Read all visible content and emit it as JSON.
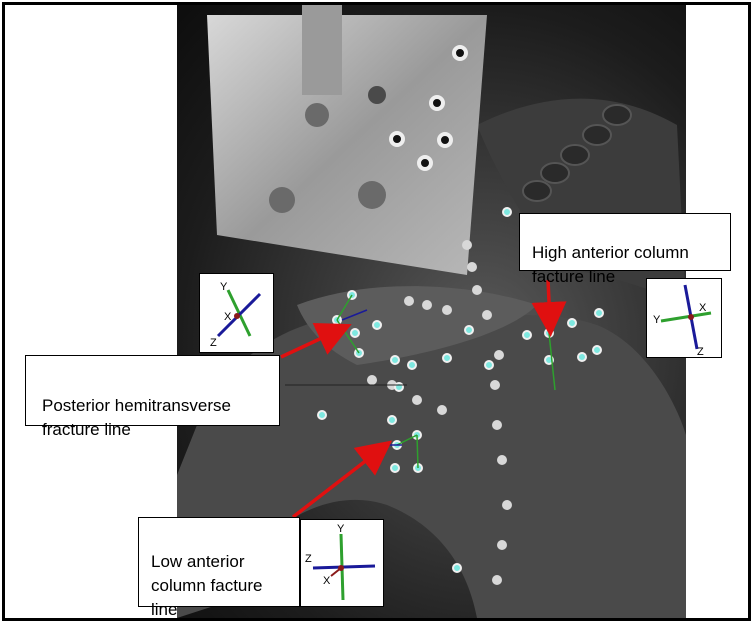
{
  "annotations": {
    "posterior": {
      "text": "Posterior hemitransverse\nfracture line"
    },
    "high_anterior": {
      "text": "High anterior column\nfacture line"
    },
    "low_anterior": {
      "text": "Low anterior\ncolumn facture\nline"
    }
  },
  "axis_labels": {
    "posterior": {
      "x": "X",
      "y": "Y",
      "z": "Z"
    },
    "high_anterior": {
      "x": "X",
      "y": "Y",
      "z": "Z"
    },
    "low_anterior": {
      "x": "X",
      "y": "Y",
      "z": "Z"
    }
  },
  "colors": {
    "arrow": "#e01010",
    "marker_fill": "#7ee8e0",
    "axis_x": "#1a1a99",
    "axis_y": "#2ea02e",
    "axis_z": "#1a1a99"
  }
}
